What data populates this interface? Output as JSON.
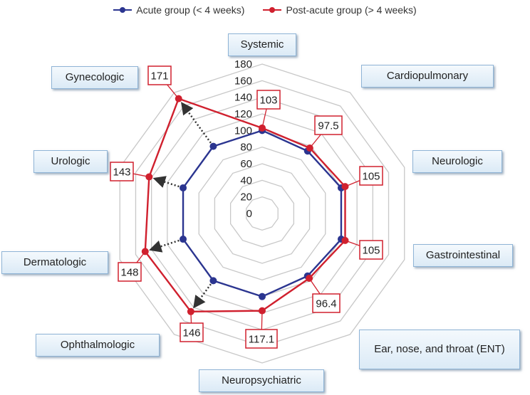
{
  "legend": {
    "acute_label": "Acute group (< 4 weeks)",
    "post_label": "Post-acute group (> 4 weeks)"
  },
  "colors": {
    "acute": "#2b3590",
    "post": "#d0202e",
    "label_border": "#8fb4d6",
    "grid": "#c8c8c8",
    "arrow": "#333333"
  },
  "chart_data": {
    "type": "radar",
    "categories": [
      "Systemic",
      "Cardiopulmonary",
      "Neurologic",
      "Gastrointestinal",
      "Ear, nose, and throat (ENT)",
      "Neuropsychiatric",
      "Ophthalmologic",
      "Dermatologic",
      "Urologic",
      "Gynecologic"
    ],
    "axis_ticks": [
      "0",
      "20",
      "40",
      "60",
      "80",
      "100",
      "120",
      "140",
      "160",
      "180"
    ],
    "range": [
      0,
      180
    ],
    "series": [
      {
        "name": "Acute group (< 4 weeks)",
        "values": [
          100,
          93,
          100,
          100,
          93,
          100,
          100,
          100,
          100,
          100
        ]
      },
      {
        "name": "Post-acute group (> 4 weeks)",
        "values": [
          103,
          97.5,
          105,
          105,
          96.4,
          117.1,
          146,
          148,
          143,
          171
        ]
      }
    ],
    "data_labels": [
      "103",
      "97.5",
      "105",
      "105",
      "96.4",
      "117.1",
      "146",
      "148",
      "143",
      "171"
    ],
    "arrows_from_acute_to_post": [
      6,
      7,
      8,
      9
    ],
    "grid": true,
    "legend_position": "top"
  }
}
